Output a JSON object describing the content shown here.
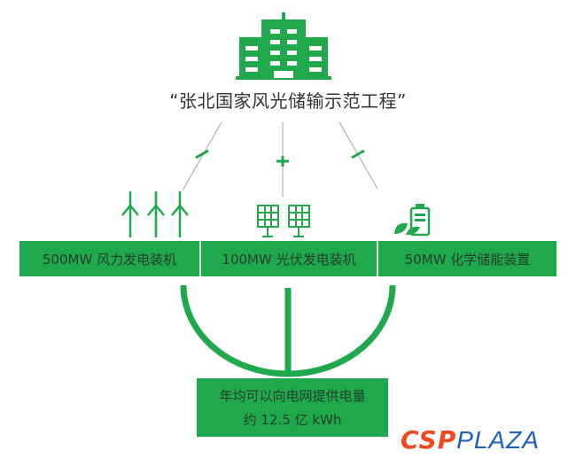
{
  "title": "“张北国家风光储输示范工程”",
  "components": [
    {
      "label": "500MW 风力发电装机",
      "icon": "wind-turbine-icon"
    },
    {
      "label": "100MW 光伏发电装机",
      "icon": "solar-panel-icon"
    },
    {
      "label": "50MW 化学储能装置",
      "icon": "battery-leaf-icon"
    }
  ],
  "result": {
    "line1": "年均可以向电网提供电量",
    "line2": "约 12.5 亿 kWh"
  },
  "logo": {
    "part1": "CSP",
    "part2": "PLAZA"
  },
  "colors": {
    "green": "#1fa84c",
    "logo_red": "#ef4a23",
    "logo_blue": "#1f5fc0"
  }
}
